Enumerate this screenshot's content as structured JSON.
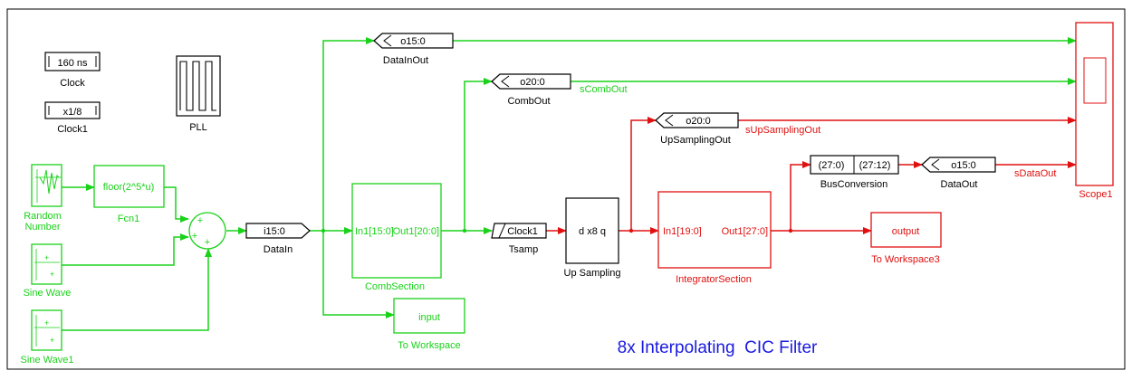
{
  "title": "8x Interpolating  CIC Filter",
  "colors": {
    "signal_green": "#1ad21a",
    "signal_red": "#e01010",
    "title_blue": "#1a1ae0",
    "neutral": "#000000"
  },
  "blocks": {
    "clock": {
      "text": "160 ns",
      "label": "Clock"
    },
    "clock1": {
      "text": "x1/8",
      "label": "Clock1"
    },
    "pll": {
      "label": "PLL"
    },
    "random": {
      "label_line1": "Random",
      "label_line2": "Number"
    },
    "fcn1": {
      "text": "floor(2^5*u)",
      "label": "Fcn1"
    },
    "sine": {
      "label": "Sine Wave"
    },
    "sine1": {
      "label": "Sine Wave1"
    },
    "sum": {
      "signs": [
        "+",
        "+",
        "+"
      ]
    },
    "datain": {
      "text": "i15:0",
      "label": "DataIn"
    },
    "comb": {
      "port_in": "In1[15:0]",
      "port_out": "Out1[20:0]",
      "label": "CombSection"
    },
    "tsamp": {
      "text": "Clock1",
      "label": "Tsamp"
    },
    "upsamp": {
      "text": "d x8 q",
      "label": "Up Sampling"
    },
    "integrator": {
      "port_in": "In1[19:0]",
      "port_out": "Out1[27:0]",
      "label": "IntegratorSection"
    },
    "busconv": {
      "text_in": "(27:0)",
      "text_out": "(27:12)",
      "label": "BusConversion"
    },
    "dataout": {
      "text": "o15:0",
      "label": "DataOut"
    },
    "datainout": {
      "text": "o15:0",
      "label": "DataInOut"
    },
    "combout": {
      "text": "o20:0",
      "label": "CombOut"
    },
    "upsampout": {
      "text": "o20:0",
      "label": "UpSamplingOut"
    },
    "toworkspace": {
      "text": "input",
      "label": "To Workspace"
    },
    "toworkspace3": {
      "text": "output",
      "label": "To Workspace3"
    },
    "scope": {
      "label": "Scope1"
    }
  },
  "signals": {
    "comb_out": "sCombOut",
    "upsampling_out": "sUpSamplingOut",
    "data_out": "sDataOut"
  }
}
